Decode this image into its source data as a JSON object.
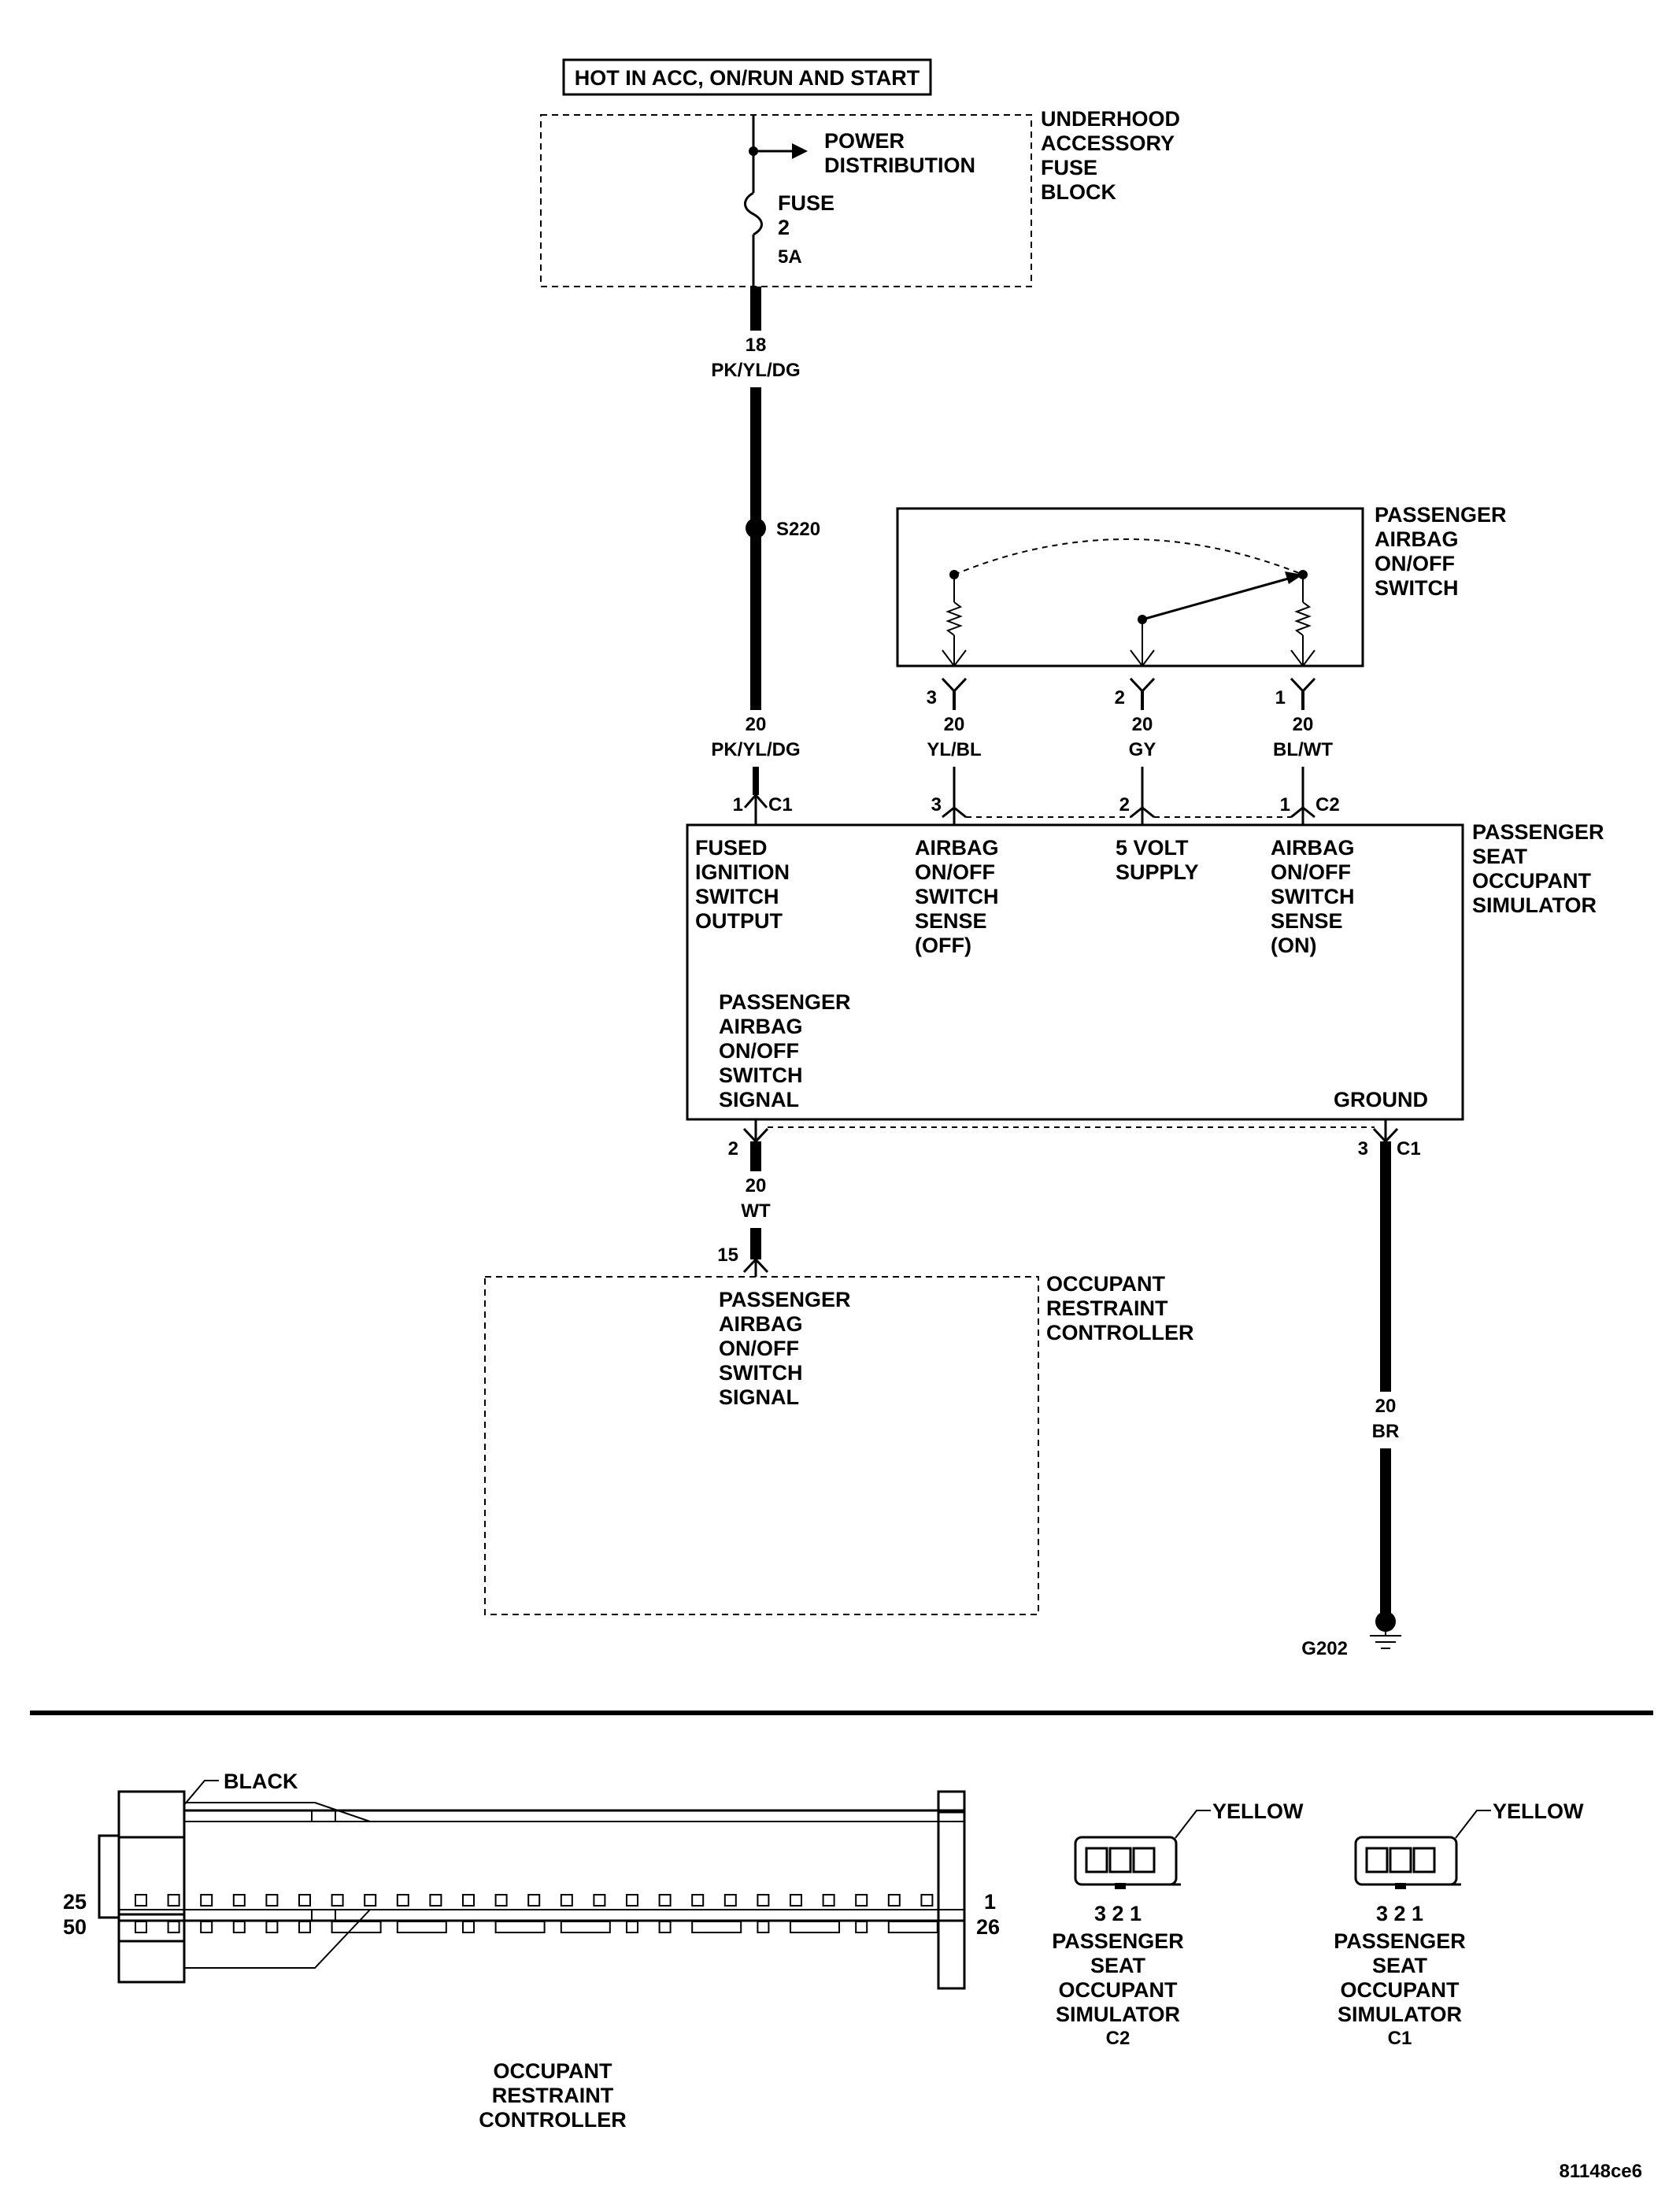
{
  "header_box": "HOT IN ACC, ON/RUN AND START",
  "fuse_block": {
    "name": [
      "UNDERHOOD",
      "ACCESSORY",
      "FUSE",
      "BLOCK"
    ],
    "power_dist": [
      "POWER",
      "DISTRIBUTION"
    ],
    "fuse": [
      "FUSE",
      "2",
      "5A"
    ]
  },
  "wires": {
    "w1": [
      "18",
      "PK/YL/DG"
    ],
    "splice": "S220",
    "w2": [
      "20",
      "PK/YL/DG"
    ],
    "w3": [
      "20",
      "YL/BL"
    ],
    "w4": [
      "20",
      "GY"
    ],
    "w5": [
      "20",
      "BL/WT"
    ],
    "w6": [
      "20",
      "WT"
    ],
    "w7": [
      "20",
      "BR"
    ]
  },
  "airbag_switch": {
    "name": [
      "PASSENGER",
      "AIRBAG",
      "ON/OFF",
      "SWITCH"
    ],
    "pins": [
      "3",
      "2",
      "1"
    ]
  },
  "simulator": {
    "name": [
      "PASSENGER",
      "SEAT",
      "OCCUPANT",
      "SIMULATOR"
    ],
    "top_pins": [
      "1",
      "3",
      "2",
      "1"
    ],
    "c1": "C1",
    "c2": "C2",
    "labels": {
      "fused": [
        "FUSED",
        "IGNITION",
        "SWITCH",
        "OUTPUT"
      ],
      "sense_off": [
        "AIRBAG",
        "ON/OFF",
        "SWITCH",
        "SENSE",
        "(OFF)"
      ],
      "supply": [
        "5 VOLT",
        "SUPPLY"
      ],
      "sense_on": [
        "AIRBAG",
        "ON/OFF",
        "SWITCH",
        "SENSE",
        "(ON)"
      ],
      "signal": [
        "PASSENGER",
        "AIRBAG",
        "ON/OFF",
        "SWITCH",
        "SIGNAL"
      ],
      "ground": "GROUND"
    },
    "bottom_pins": [
      "2",
      "3"
    ]
  },
  "controller": {
    "pin": "15",
    "name": [
      "OCCUPANT",
      "RESTRAINT",
      "CONTROLLER"
    ],
    "signal": [
      "PASSENGER",
      "AIRBAG",
      "ON/OFF",
      "SWITCH",
      "SIGNAL"
    ]
  },
  "ground_label": "G202",
  "connectors": {
    "big": {
      "color": "BLACK",
      "left_pins": [
        "25",
        "50"
      ],
      "right_pins": [
        "1",
        "26"
      ],
      "name": [
        "OCCUPANT",
        "RESTRAINT",
        "CONTROLLER"
      ]
    },
    "c2": {
      "color": "YELLOW",
      "pins": "3 2 1",
      "name": [
        "PASSENGER",
        "SEAT",
        "OCCUPANT",
        "SIMULATOR",
        "C2"
      ]
    },
    "c1": {
      "color": "YELLOW",
      "pins": "3 2 1",
      "name": [
        "PASSENGER",
        "SEAT",
        "OCCUPANT",
        "SIMULATOR",
        "C1"
      ]
    }
  },
  "figure_id": "81148ce6"
}
